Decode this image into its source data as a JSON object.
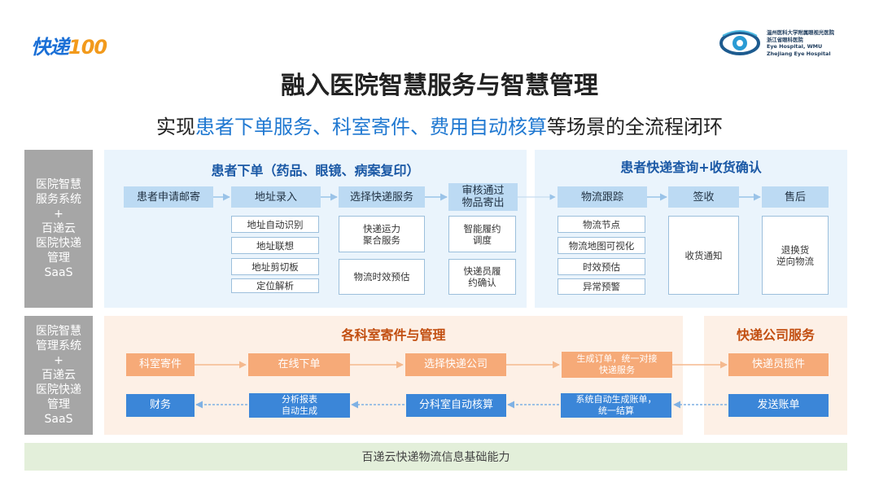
{
  "logo_kuaidi": {
    "text": "快递",
    "number": "100"
  },
  "hospital": {
    "lines": [
      "温州医科大学附属眼视光医院",
      "浙江省眼科医院",
      "Eye Hospital, WMU",
      "Zhejiang Eye Hospital"
    ]
  },
  "title": "融入医院智慧服务与智慧管理",
  "subtitle": {
    "prefix": "实现",
    "highlight": "患者下单服务、科室寄件、费用自动核算",
    "suffix": "等场景的全流程闭环"
  },
  "side_labels": [
    "医院智慧\n服务系统\n+\n百递云\n医院快递\n管理\nSaaS",
    "医院智慧\n管理系统\n+\n百递云\n医院快递\n管理\nSaaS"
  ],
  "section1": {
    "title": "患者下单（药品、眼镜、病案复印）",
    "steps": [
      "患者申请邮寄",
      "地址录入",
      "选择快递服务",
      "审核通过\n物品寄出"
    ],
    "address_items": [
      "地址自动识别",
      "地址联想",
      "地址剪切板",
      "定位解析"
    ],
    "service_items": [
      "快递运力\n聚合服务",
      "物流时效预估"
    ],
    "audit_items": [
      "智能履约\n调度",
      "快递员履\n约确认"
    ]
  },
  "section2": {
    "title": "患者快递查询+收货确认",
    "steps": [
      "物流跟踪",
      "签收",
      "售后"
    ],
    "tracking_items": [
      "物流节点",
      "物流地图可视化",
      "时效预估",
      "异常预警"
    ],
    "sign_item": "收货通知",
    "after_item": "退换货\n逆向物流"
  },
  "section3": {
    "title": "各科室寄件与管理",
    "row1": [
      "科室寄件",
      "在线下单",
      "选择快递公司",
      "生成订单，统一对接\n快递服务"
    ],
    "row2": [
      "财务",
      "分析报表\n自动生成",
      "分科室自动核算",
      "系统自动生成账单，\n统一结算"
    ]
  },
  "section4": {
    "title": "快递公司服务",
    "row1": "快递员揽件",
    "row2": "发送账单"
  },
  "foundation": "百递云快递物流信息基础能力",
  "colors": {
    "blue_header": "#bcdaf3",
    "orange": "#f6aa78",
    "blue": "#3b86d8",
    "accent_text": "#1f78d1"
  }
}
